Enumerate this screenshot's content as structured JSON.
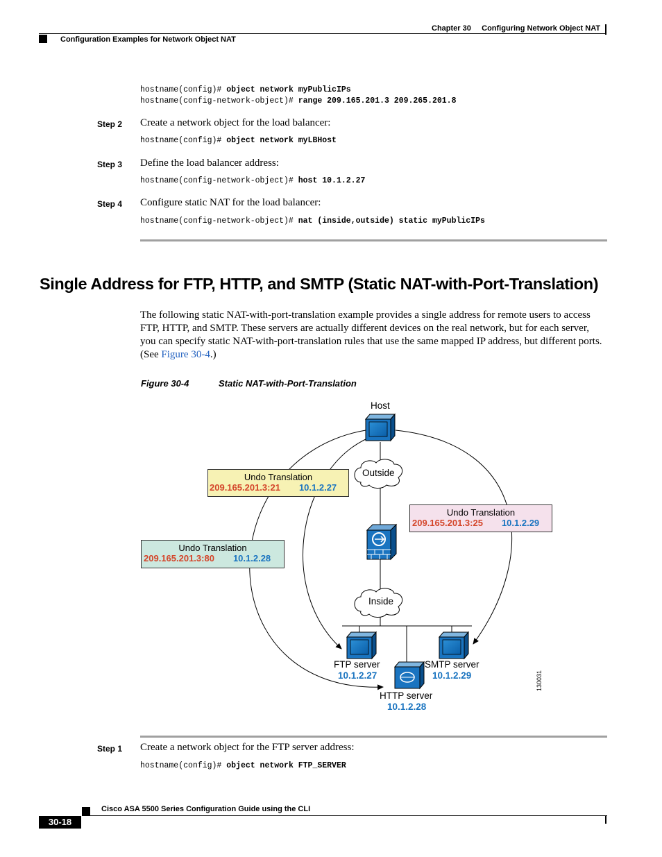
{
  "header": {
    "chapter": "Chapter 30",
    "chapter_title": "Configuring Network Object NAT",
    "section": "Configuration Examples for Network Object NAT"
  },
  "code_top": {
    "line1_prompt": "hostname(config)# ",
    "line1_cmd": "object network myPublicIPs",
    "line2_prompt": "hostname(config-network-object)# ",
    "line2_cmd": "range 209.165.201.3 209.265.201.8"
  },
  "steps_top": [
    {
      "label": "Step 2",
      "text": "Create a network object for the load balancer:",
      "prompt": "hostname(config)# ",
      "cmd": "object network myLBHost"
    },
    {
      "label": "Step 3",
      "text": "Define the load balancer address:",
      "prompt": "hostname(config-network-object)# ",
      "cmd": "host 10.1.2.27"
    },
    {
      "label": "Step 4",
      "text": "Configure static NAT for the load balancer:",
      "prompt": "hostname(config-network-object)# ",
      "cmd": "nat (inside,outside) static myPublicIPs"
    }
  ],
  "section_title": "Single Address for FTP, HTTP, and SMTP (Static NAT-with-Port-Translation)",
  "paragraph": {
    "text": "The following static NAT-with-port-translation example provides a single address for remote users to access FTP, HTTP, and SMTP. These servers are actually different devices on the real network, but for each server, you can specify static NAT-with-port-translation rules that use the same mapped IP address, but different ports. (See ",
    "link": "Figure 30-4",
    "tail": ".)"
  },
  "figure": {
    "number": "Figure 30-4",
    "title": "Static NAT-with-Port-Translation",
    "host_label": "Host",
    "outside_label": "Outside",
    "inside_label": "Inside",
    "id_code": "130031",
    "translations": [
      {
        "title": "Undo Translation",
        "mapped": "209.165.201.3:21",
        "real": "10.1.2.27",
        "color": "#f7f2b4"
      },
      {
        "title": "Undo Translation",
        "mapped": "209.165.201.3:25",
        "real": "10.1.2.29",
        "color": "#f5e1ec"
      },
      {
        "title": "Undo Translation",
        "mapped": "209.165.201.3:80",
        "real": "10.1.2.28",
        "color": "#cce8df"
      }
    ],
    "servers": [
      {
        "name": "FTP server",
        "ip": "10.1.2.27"
      },
      {
        "name": "SMTP server",
        "ip": "10.1.2.29"
      },
      {
        "name": "HTTP server",
        "ip": "10.1.2.28"
      }
    ]
  },
  "step_bottom": {
    "label": "Step 1",
    "text": "Create a network object for the FTP server address:",
    "prompt": "hostname(config)# ",
    "cmd": "object network FTP_SERVER"
  },
  "footer": {
    "guide_title": "Cisco ASA 5500 Series Configuration Guide using the CLI",
    "page_number": "30-18"
  }
}
